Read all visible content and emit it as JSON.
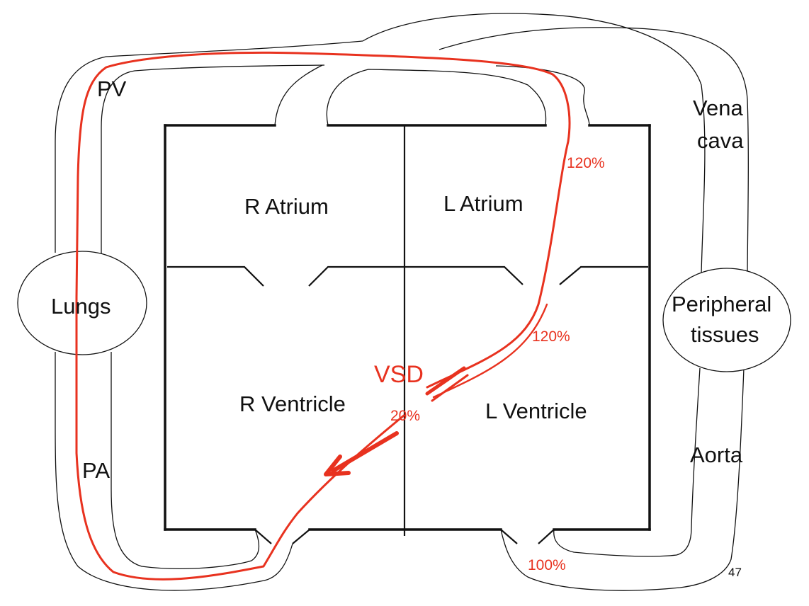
{
  "diagram": {
    "chambers": {
      "r_atrium": "R Atrium",
      "l_atrium": "L Atrium",
      "r_ventricle": "R Ventricle",
      "l_ventricle": "L Ventricle"
    },
    "organs": {
      "lungs": "Lungs",
      "peripheral_line1": "Peripheral",
      "peripheral_line2": "tissues"
    },
    "vessels": {
      "pv": "PV",
      "pa": "PA",
      "vena_line1": "Vena",
      "vena_line2": "cava",
      "aorta": "Aorta"
    },
    "shunt": {
      "label": "VSD",
      "shunt_flow": "20%",
      "la_flow": "120%",
      "lv_flow": "120%",
      "aortic_flow": "100%"
    },
    "colors": {
      "outline": "#111111",
      "shunt": "#e8321f"
    },
    "page_number": "47"
  }
}
